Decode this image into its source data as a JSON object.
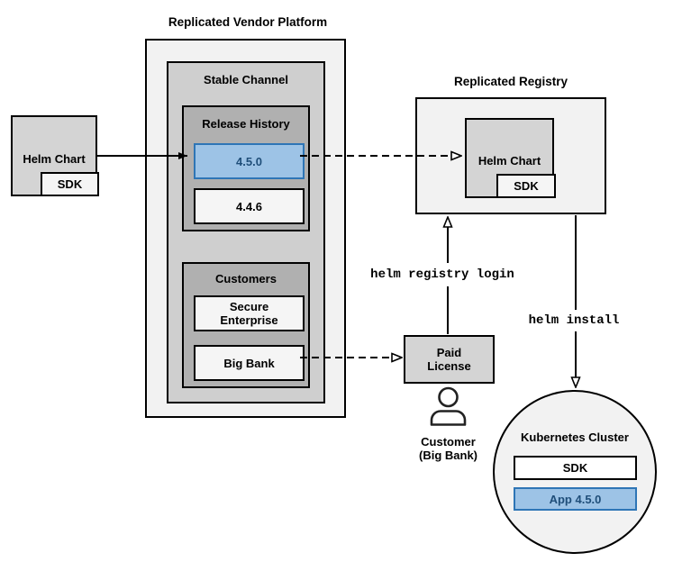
{
  "colors": {
    "highlight_fill": "#9dc3e6",
    "highlight_border": "#2e75b6",
    "highlight_text": "#1f4e79",
    "outer_fill": "#f2f2f2",
    "channel_fill": "#cfcfcf",
    "inner_fill": "#b0b0b0"
  },
  "vendor_chart": {
    "label": "Helm Chart",
    "sdk": "SDK"
  },
  "platform": {
    "title": "Replicated Vendor Platform",
    "stable_channel": {
      "label": "Stable Channel",
      "release_history": {
        "label": "Release History",
        "releases": [
          {
            "version": "4.5.0",
            "highlighted": true
          },
          {
            "version": "4.4.6",
            "highlighted": false
          }
        ]
      },
      "customers": {
        "label": "Customers",
        "items": [
          {
            "name": "Secure\nEnterprise"
          },
          {
            "name": "Big Bank"
          }
        ]
      }
    }
  },
  "registry": {
    "title": "Replicated Registry",
    "helm_chart": {
      "label": "Helm Chart",
      "sdk": "SDK"
    }
  },
  "paid_license": {
    "label": "Paid\nLicense"
  },
  "customer": {
    "label": "Customer\n(Big Bank)"
  },
  "commands": {
    "registry_login": "helm registry login",
    "install": "helm install"
  },
  "cluster": {
    "label": "Kubernetes Cluster",
    "sdk": "SDK",
    "app": "App 4.5.0"
  }
}
